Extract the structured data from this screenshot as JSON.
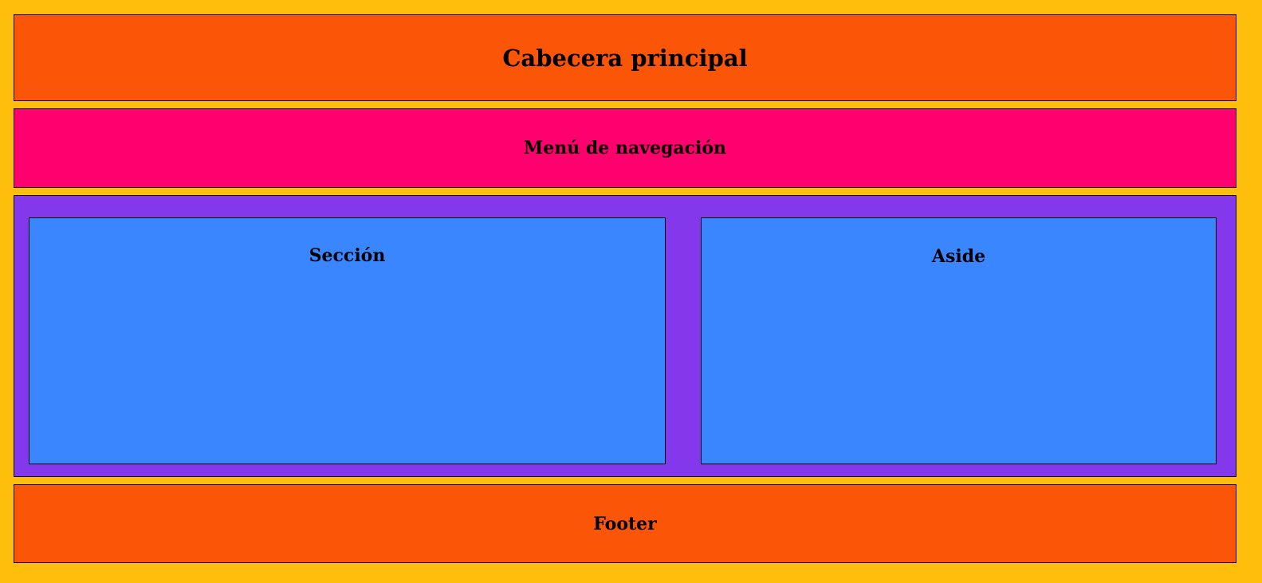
{
  "colors": {
    "page_background": "#FFBE0B",
    "header": "#FB5607",
    "nav": "#FF006E",
    "main": "#8338EC",
    "section": "#3A86FF",
    "aside": "#3A86FF",
    "footer": "#FB5607"
  },
  "header": {
    "title": "Cabecera principal"
  },
  "nav": {
    "title": "Menú de navegación"
  },
  "main": {
    "section": {
      "title": "Sección"
    },
    "aside": {
      "title": "Aside"
    }
  },
  "footer": {
    "title": "Footer"
  }
}
